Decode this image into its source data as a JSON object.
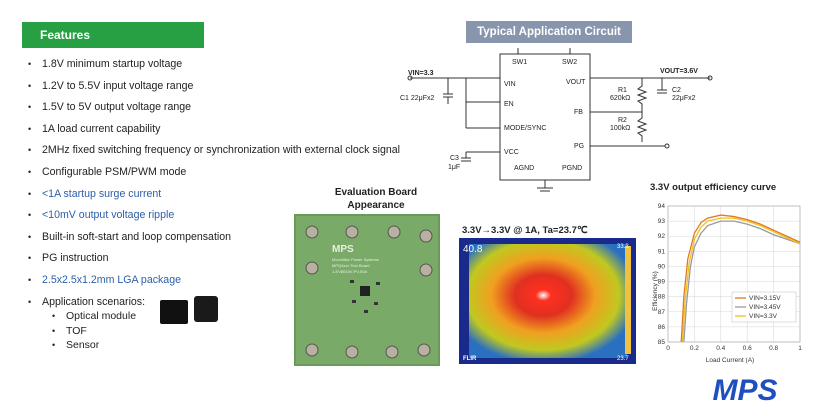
{
  "features": {
    "header": "Features",
    "items": [
      {
        "text": "1.8V minimum startup voltage",
        "color": "#222222"
      },
      {
        "text": "1.2V to 5.5V input voltage range",
        "color": "#222222"
      },
      {
        "text": "1.5V to 5V output voltage range",
        "color": "#222222"
      },
      {
        "text": "1A load current capability",
        "color": "#222222"
      },
      {
        "text": "2MHz fixed switching frequency or synchronization with external clock signal",
        "color": "#222222"
      },
      {
        "text": "Configurable PSM/PWM mode",
        "color": "#222222"
      },
      {
        "text": "<1A startup surge current",
        "color": "#2d5fa8"
      },
      {
        "text": "<10mV output voltage ripple",
        "color": "#2d5fa8"
      },
      {
        "text": "Built-in soft-start and loop compensation",
        "color": "#222222"
      },
      {
        "text": "PG instruction",
        "color": "#222222"
      },
      {
        "text": "2.5x2.5x1.2mm LGA package",
        "color": "#2d5fa8"
      },
      {
        "text": "Application scenarios:",
        "color": "#222222"
      }
    ],
    "applications": [
      "Optical module",
      "TOF",
      "Sensor"
    ]
  },
  "circuit": {
    "title": "Typical Application Circuit",
    "vin_label": "VIN=3.3",
    "vout_label": "VOUT=3.6V",
    "c1": "C1 22μFx2",
    "c2_name": "C2",
    "c2_value": "22μFx2",
    "c3_name": "C3",
    "c3_value": "1μF",
    "r1_name": "R1",
    "r1_value": "620kΩ",
    "r2_name": "R2",
    "r2_value": "100kΩ",
    "pins": {
      "sw1": "SW1",
      "sw2": "SW2",
      "vin": "VIN",
      "en": "EN",
      "mode": "MODE/SYNC",
      "vcc": "VCC",
      "agnd": "AGND",
      "vout": "VOUT",
      "fb": "FB",
      "pg": "PG",
      "pgnd": "PGND"
    }
  },
  "evaluation_board": {
    "title_line1": "Evaluation Board",
    "title_line2": "Appearance",
    "board_logo": "MPS",
    "board_text1": "Monolithic Power Systems",
    "board_text2": "MPQ4xxx Test Board",
    "board_text3": "1-EV8010V-PV-00A"
  },
  "thermal": {
    "title": "3.3V→3.3V @ 1A, Ta=23.7℃",
    "temp_main": "40.8",
    "temp_top_right": "33.3",
    "temp_bottom_right": "23.7",
    "brand": "FLIR"
  },
  "efficiency": {
    "title": "3.3V output efficiency curve",
    "ylabel": "Efficiency (%)",
    "xlabel": "Load Current (A)",
    "legend": [
      "VIN=3.15V",
      "VIN=3.45V",
      "VIN=3.3V"
    ],
    "colors": [
      "#e07a1e",
      "#9a9a9a",
      "#f0c020"
    ]
  },
  "chart_data": {
    "type": "line",
    "title": "3.3V output efficiency curve",
    "xlabel": "Load Current (A)",
    "ylabel": "Efficiency (%)",
    "xlim": [
      0,
      1
    ],
    "ylim": [
      85,
      94
    ],
    "xticks": [
      "0",
      "0.2",
      "0.4",
      "0.6",
      "0.8",
      "1"
    ],
    "yticks": [
      "85",
      "86",
      "87",
      "88",
      "89",
      "90",
      "91",
      "92",
      "93",
      "94"
    ],
    "legend_position": "bottom-right",
    "grid": true,
    "series": [
      {
        "name": "VIN=3.15V",
        "color": "#e07a1e",
        "x": [
          0.1,
          0.12,
          0.15,
          0.2,
          0.25,
          0.3,
          0.4,
          0.5,
          0.6,
          0.7,
          0.8,
          0.9,
          1.0
        ],
        "y": [
          85.0,
          88.0,
          90.5,
          92.2,
          92.9,
          93.2,
          93.4,
          93.3,
          93.1,
          92.8,
          92.4,
          92.0,
          91.6
        ]
      },
      {
        "name": "VIN=3.45V",
        "color": "#9a9a9a",
        "x": [
          0.12,
          0.14,
          0.17,
          0.2,
          0.25,
          0.3,
          0.4,
          0.5,
          0.6,
          0.7,
          0.8,
          0.9,
          1.0
        ],
        "y": [
          85.0,
          87.5,
          90.0,
          91.3,
          92.2,
          92.7,
          93.0,
          93.0,
          92.8,
          92.5,
          92.1,
          91.8,
          91.5
        ]
      },
      {
        "name": "VIN=3.3V",
        "color": "#f0c020",
        "x": [
          0.11,
          0.13,
          0.16,
          0.2,
          0.25,
          0.3,
          0.4,
          0.5,
          0.6,
          0.7,
          0.8,
          0.9,
          1.0
        ],
        "y": [
          85.0,
          87.8,
          90.2,
          91.8,
          92.6,
          93.0,
          93.2,
          93.2,
          93.0,
          92.7,
          92.3,
          91.9,
          91.5
        ]
      }
    ]
  },
  "logo": {
    "text": "MPS",
    "color": "#1f4fbf"
  }
}
